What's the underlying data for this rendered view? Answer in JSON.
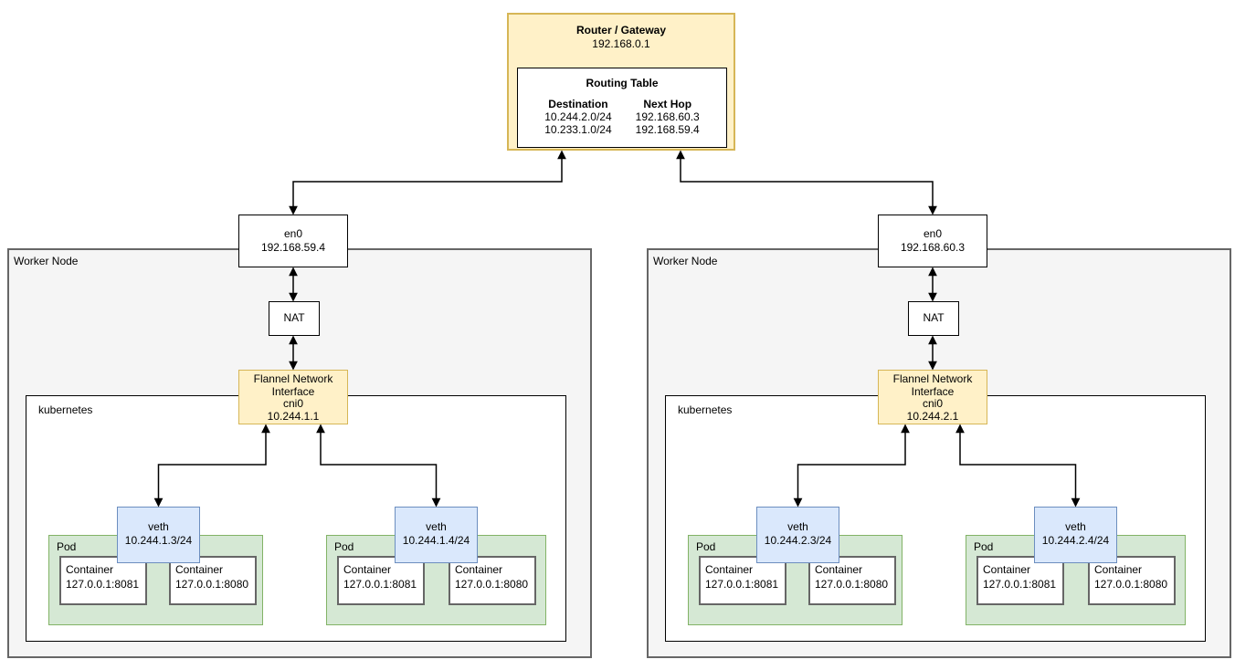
{
  "router": {
    "title": "Router / Gateway",
    "ip": "192.168.0.1",
    "routing_table": {
      "title": "Routing Table",
      "columns": [
        "Destination",
        "Next Hop"
      ],
      "rows": [
        [
          "10.244.2.0/24",
          "192.168.60.3"
        ],
        [
          "10.233.1.0/24",
          "192.168.59.4"
        ]
      ]
    }
  },
  "nodes": [
    {
      "label": "Worker Node",
      "en0": {
        "name": "en0",
        "ip": "192.168.59.4"
      },
      "nat_label": "NAT",
      "flannel": {
        "lines": [
          "Flannel Network",
          "Interface",
          "cni0",
          "10.244.1.1"
        ]
      },
      "kubernetes_label": "kubernetes",
      "pods": [
        {
          "label": "Pod",
          "veth": {
            "name": "veth",
            "ip": "10.244.1.3/24"
          },
          "containers": [
            {
              "label": "Container",
              "addr": "127.0.0.1:8081"
            },
            {
              "label": "Container",
              "addr": "127.0.0.1:8080"
            }
          ]
        },
        {
          "label": "Pod",
          "veth": {
            "name": "veth",
            "ip": "10.244.1.4/24"
          },
          "containers": [
            {
              "label": "Container",
              "addr": "127.0.0.1:8081"
            },
            {
              "label": "Container",
              "addr": "127.0.0.1:8080"
            }
          ]
        }
      ]
    },
    {
      "label": "Worker Node",
      "en0": {
        "name": "en0",
        "ip": "192.168.60.3"
      },
      "nat_label": "NAT",
      "flannel": {
        "lines": [
          "Flannel Network",
          "Interface",
          "cni0",
          "10.244.2.1"
        ]
      },
      "kubernetes_label": "kubernetes",
      "pods": [
        {
          "label": "Pod",
          "veth": {
            "name": "veth",
            "ip": "10.244.2.3/24"
          },
          "containers": [
            {
              "label": "Container",
              "addr": "127.0.0.1:8081"
            },
            {
              "label": "Container",
              "addr": "127.0.0.1:8080"
            }
          ]
        },
        {
          "label": "Pod",
          "veth": {
            "name": "veth",
            "ip": "10.244.2.4/24"
          },
          "containers": [
            {
              "label": "Container",
              "addr": "127.0.0.1:8081"
            },
            {
              "label": "Container",
              "addr": "127.0.0.1:8080"
            }
          ]
        }
      ]
    }
  ],
  "colors": {
    "yellow_fill": "#fff1c8",
    "yellow_border": "#d6b656",
    "green_fill": "#d5e8d4",
    "green_border": "#82b366",
    "blue_fill": "#dae8fc",
    "blue_border": "#6c8ebf",
    "node_fill": "#f5f5f5",
    "node_border": "#666666",
    "line": "#000000"
  }
}
